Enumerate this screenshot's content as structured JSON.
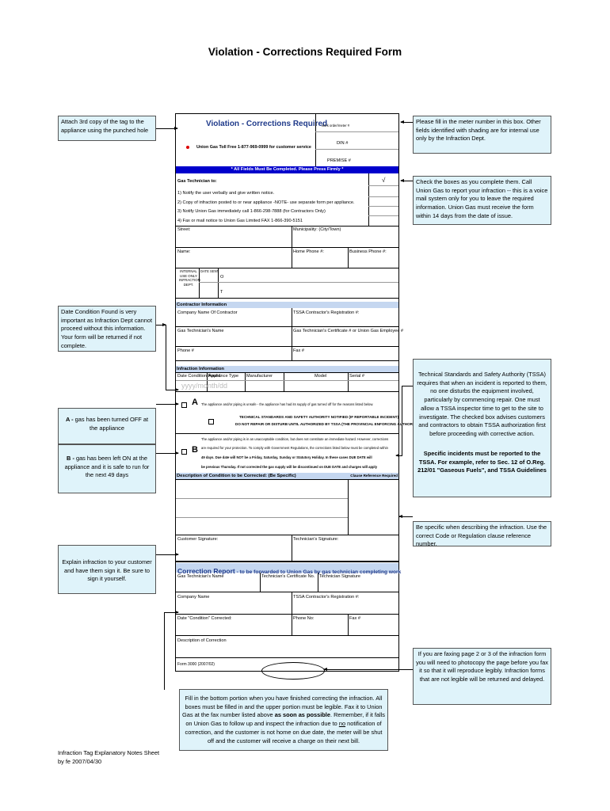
{
  "page_title": "Violation - Corrections Required Form",
  "form": {
    "header_title": "Violation  -  Corrections Required",
    "work_order_label": "work order/meter #",
    "toll_free": "Union Gas Toll Free 1-877-969-0999 for customer service",
    "din_label": "DIN #",
    "premise_label": "PREMISE #",
    "banner": "* All Fields Must Be Completed.  Please Press Firmly *",
    "checkmark": "√",
    "gas_tech_to": "Gas Technician to:",
    "steps": [
      "1)  Notify the user verbally and give written notice.",
      "2)  Copy of infraction posted to or near appliance -NOTE- use separate form per appliance.",
      "3)  Notify Union Gas immediately call 1-866-298-7888 (for Contractors Only)",
      "4)  Fax or mail notice to Union Gas Limited  FAX 1-866-390-5151"
    ],
    "street": "Street:",
    "municipality": "Municipality: (City/Town)",
    "name": "Name:",
    "home_phone": "Home Phone #:",
    "business_phone": "Business Phone #:",
    "internal_use": "INTERNAL USE ONLY INFRACTION DEPT.",
    "date_sent": "DATE SENT",
    "o_label": "O",
    "t_label": "T",
    "contractor_section": "Contractor Information",
    "company_name_of_contractor": "Company Name Of Contractor",
    "tssa_reg": "TSSA Contractor's Registration #:",
    "gas_tech_name": "Gas Technician's Name",
    "gas_tech_cert": "Gas Technician's Certificate # or Union Gas Employee #",
    "phone": "Phone #",
    "fax": "Fax #",
    "infraction_section": "Infraction Information",
    "date_found": "Date Condition Found",
    "appliance_type": "Appliance Type",
    "manufacturer": "Manufacturer",
    "model": "Model",
    "serial": "Serial #",
    "date_placeholder": "yyyy/month/dd",
    "a_letter": "A",
    "a_text": "The appliance and/or piping is unsafe - the appliance has had its supply of gas turned off for the reasons listed below.",
    "tssa_notified": "TECHNICAL STANDARDS AND SAFETY AUTHORITY NOTIFIED (IF REPORTABLE INCIDENT)",
    "do_not_repair": "DO NOT REPAIR OR DISTURB UNTIL AUTHORIZED BY TSSA (THE PROVINCIAL ENFORCING AUTHORITY)",
    "b_letter": "B",
    "b_text1": "The appliance and/or piping is in an unacceptable condition, but does not constitute an immediate hazard.  However, corrections",
    "b_text2": "are required for your protection.  To comply with Government Regulations, the corrections listed below must be completed within",
    "b_text3": "49 days. Due date will NOT be a Friday, Saturday, Sunday or Statutory Holiday.  In these cases DUE DATE will",
    "b_text4": "be previous Thursday.  If not corrected the gas supply will be discontinued on DUE DATE and charges will apply",
    "description_label": "Description of Condition to be Corrected:  (Be Specific)",
    "clause_ref": "Clause Reference Required",
    "customer_sig": "Customer Signature:",
    "tech_sig": "Technician's Signature:",
    "correction_title": "Correction Report",
    "correction_subtitle": " - to be forwarded to Union Gas by gas technician completing work",
    "cr_tech_name": "Gas Technician's Name",
    "cr_tech_cert": "Technician's Certificate No.",
    "cr_tech_sig": "Technician Signature",
    "cr_company": "Company Name",
    "cr_tssa": "TSSA Contractor's Registration #:",
    "cr_date": "Date \"Condition\" Corrected:",
    "cr_phone": "Phone No:",
    "cr_fax": "Fax #",
    "cr_desc": "Description of Correction",
    "form_no": "Form 3000 (2007/02)"
  },
  "notes": {
    "attach": "Attach 3rd copy of the tag to the appliance using the punched hole",
    "meter": "Please fill in the meter number in this box.  Other fields identified with shading are for internal use only by the Infraction Dept.",
    "check_boxes": "Check the boxes as you complete them. Call Union Gas to report your infraction -- this is a voice mail system only for you to leave the required information. Union Gas must receive the form within 14 days from the date of issue.",
    "date_found": "Date Condition Found is very important as Infraction Dept cannot proceed without this information.  Your form will be returned if not complete.",
    "tssa_main": "Technical Standards and Safety Authority (TSSA) requires that when an incident is reported to them, no one disturbs the equipment involved, particularly by commencing repair.  One must allow a TSSA inspector time to get to the site to investigate.  The checked box advises customers and contractors to obtain TSSA authorization first before proceeding with corrective action.",
    "tssa_bold": "Specific incidents must be reported to the TSSA.  For example, refer to Sec. 12 of O.Reg. 212/01 \"Gaseous Fuels\", and TSSA Guidelines",
    "a_prefix": "A - ",
    "a_text": "gas has been turned OFF at the appliance",
    "b_prefix": "B - ",
    "b_text": "gas has been left ON at the appliance and it is safe to run for the next 49 days",
    "be_specific": "Be specific when describing the infraction.   Use the correct Code or Regulation clause reference number.",
    "explain": "Explain infraction to your customer and have them sign it. Be sure to sign it yourself.",
    "faxing": "If you are faxing page 2 or 3 of the infraction form you will need to photocopy the page before you fax it so that it will reproduce legibly.  Infraction forms that are not legible will be returned and delayed.",
    "bottom_1": "Fill in the bottom portion when you have finished correcting the infraction.  All boxes must be filled in and the upper portion must be legible. Fax it to Union Gas at the fax number listed above ",
    "bottom_bold": "as soon as possible",
    "bottom_2": ".  Remember, if it falls on Union Gas to follow up and inspect the infraction due to ",
    "bottom_no": "no",
    "bottom_3": " notification of correction, and the customer is not home on due date, the meter will be shut off and the customer will receive a charge on their next bill.",
    "footer_1": "Infraction Tag Explanatory Notes Sheet",
    "footer_2": "by fe 2007/04/30"
  },
  "colors": {
    "note_bg": "#dff3fa",
    "section_bg": "#c5d7f0",
    "banner_bg": "#0000cc",
    "header_title": "#1f3a8a"
  }
}
